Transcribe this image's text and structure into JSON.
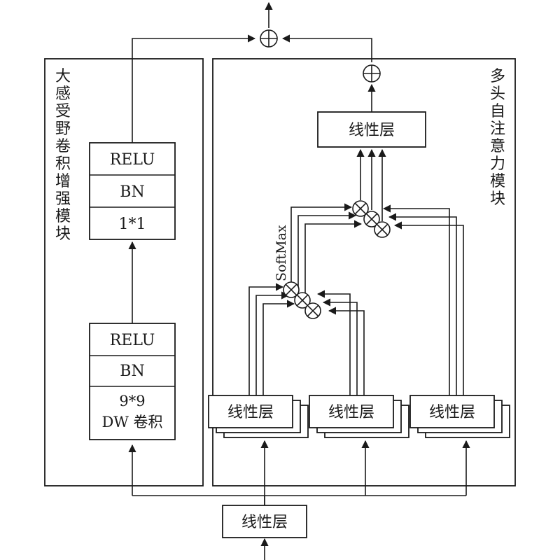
{
  "left_module": {
    "title_chars": [
      "大",
      "感",
      "受",
      "野",
      "卷",
      "积",
      "增",
      "强",
      "模",
      "块"
    ],
    "top_block": {
      "relu": "RELU",
      "bn": "BN",
      "conv": "1*1"
    },
    "bottom_block": {
      "relu": "RELU",
      "bn": "BN",
      "conv_line1": "9*9",
      "conv_line2": "DW 卷积"
    }
  },
  "right_module": {
    "title_chars": [
      "多",
      "头",
      "自",
      "注",
      "意",
      "力",
      "模",
      "块"
    ],
    "output_linear": "线性层",
    "input_linears": [
      "线性层",
      "线性层",
      "线性层"
    ],
    "softmax_label": "SoftMax"
  },
  "bottom_linear": "线性层",
  "operators": {
    "add": "⊕",
    "multiply": "⊗"
  }
}
